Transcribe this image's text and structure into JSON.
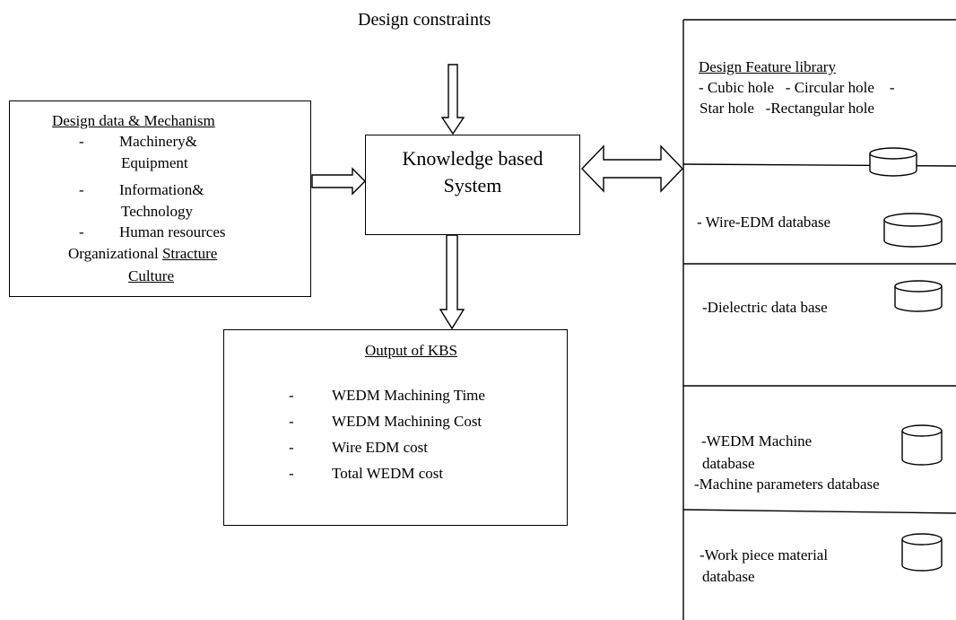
{
  "title": "Design constraints",
  "left_box": {
    "heading": "Design data & Mechanism",
    "items": [
      {
        "dash": "-",
        "lines": [
          "Machinery&",
          "Equipment"
        ]
      },
      {
        "dash": "-",
        "lines": [
          "Information&",
          "Technology"
        ]
      },
      {
        "dash": "-",
        "lines": [
          "Human resources"
        ]
      }
    ],
    "org_prefix": "Organizational ",
    "org_structure": "Stracture",
    "org_culture": "Culture"
  },
  "kbs": {
    "line1": "Knowledge based",
    "line2": "System"
  },
  "output": {
    "heading": "Output of KBS",
    "items": [
      {
        "dash": "-",
        "text": "WEDM Machining Time"
      },
      {
        "dash": "-",
        "text": "WEDM Machining Cost"
      },
      {
        "dash": "-",
        "text": "Wire EDM cost"
      },
      {
        "dash": "-",
        "text": "Total WEDM cost"
      }
    ]
  },
  "right_panel": {
    "feature_library": {
      "heading": "Design Feature library",
      "line1": "- Cubic hole   - Circular hole    -",
      "line2": "Star hole   -Rectangular hole"
    },
    "wire_edm": "- Wire-EDM database",
    "dielectric": "-Dielectric data base",
    "machine": {
      "line1": "-WEDM Machine",
      "line2": "database",
      "line3": "-Machine parameters database"
    },
    "workpiece": {
      "line1": "-Work piece material",
      "line2": "database"
    }
  }
}
